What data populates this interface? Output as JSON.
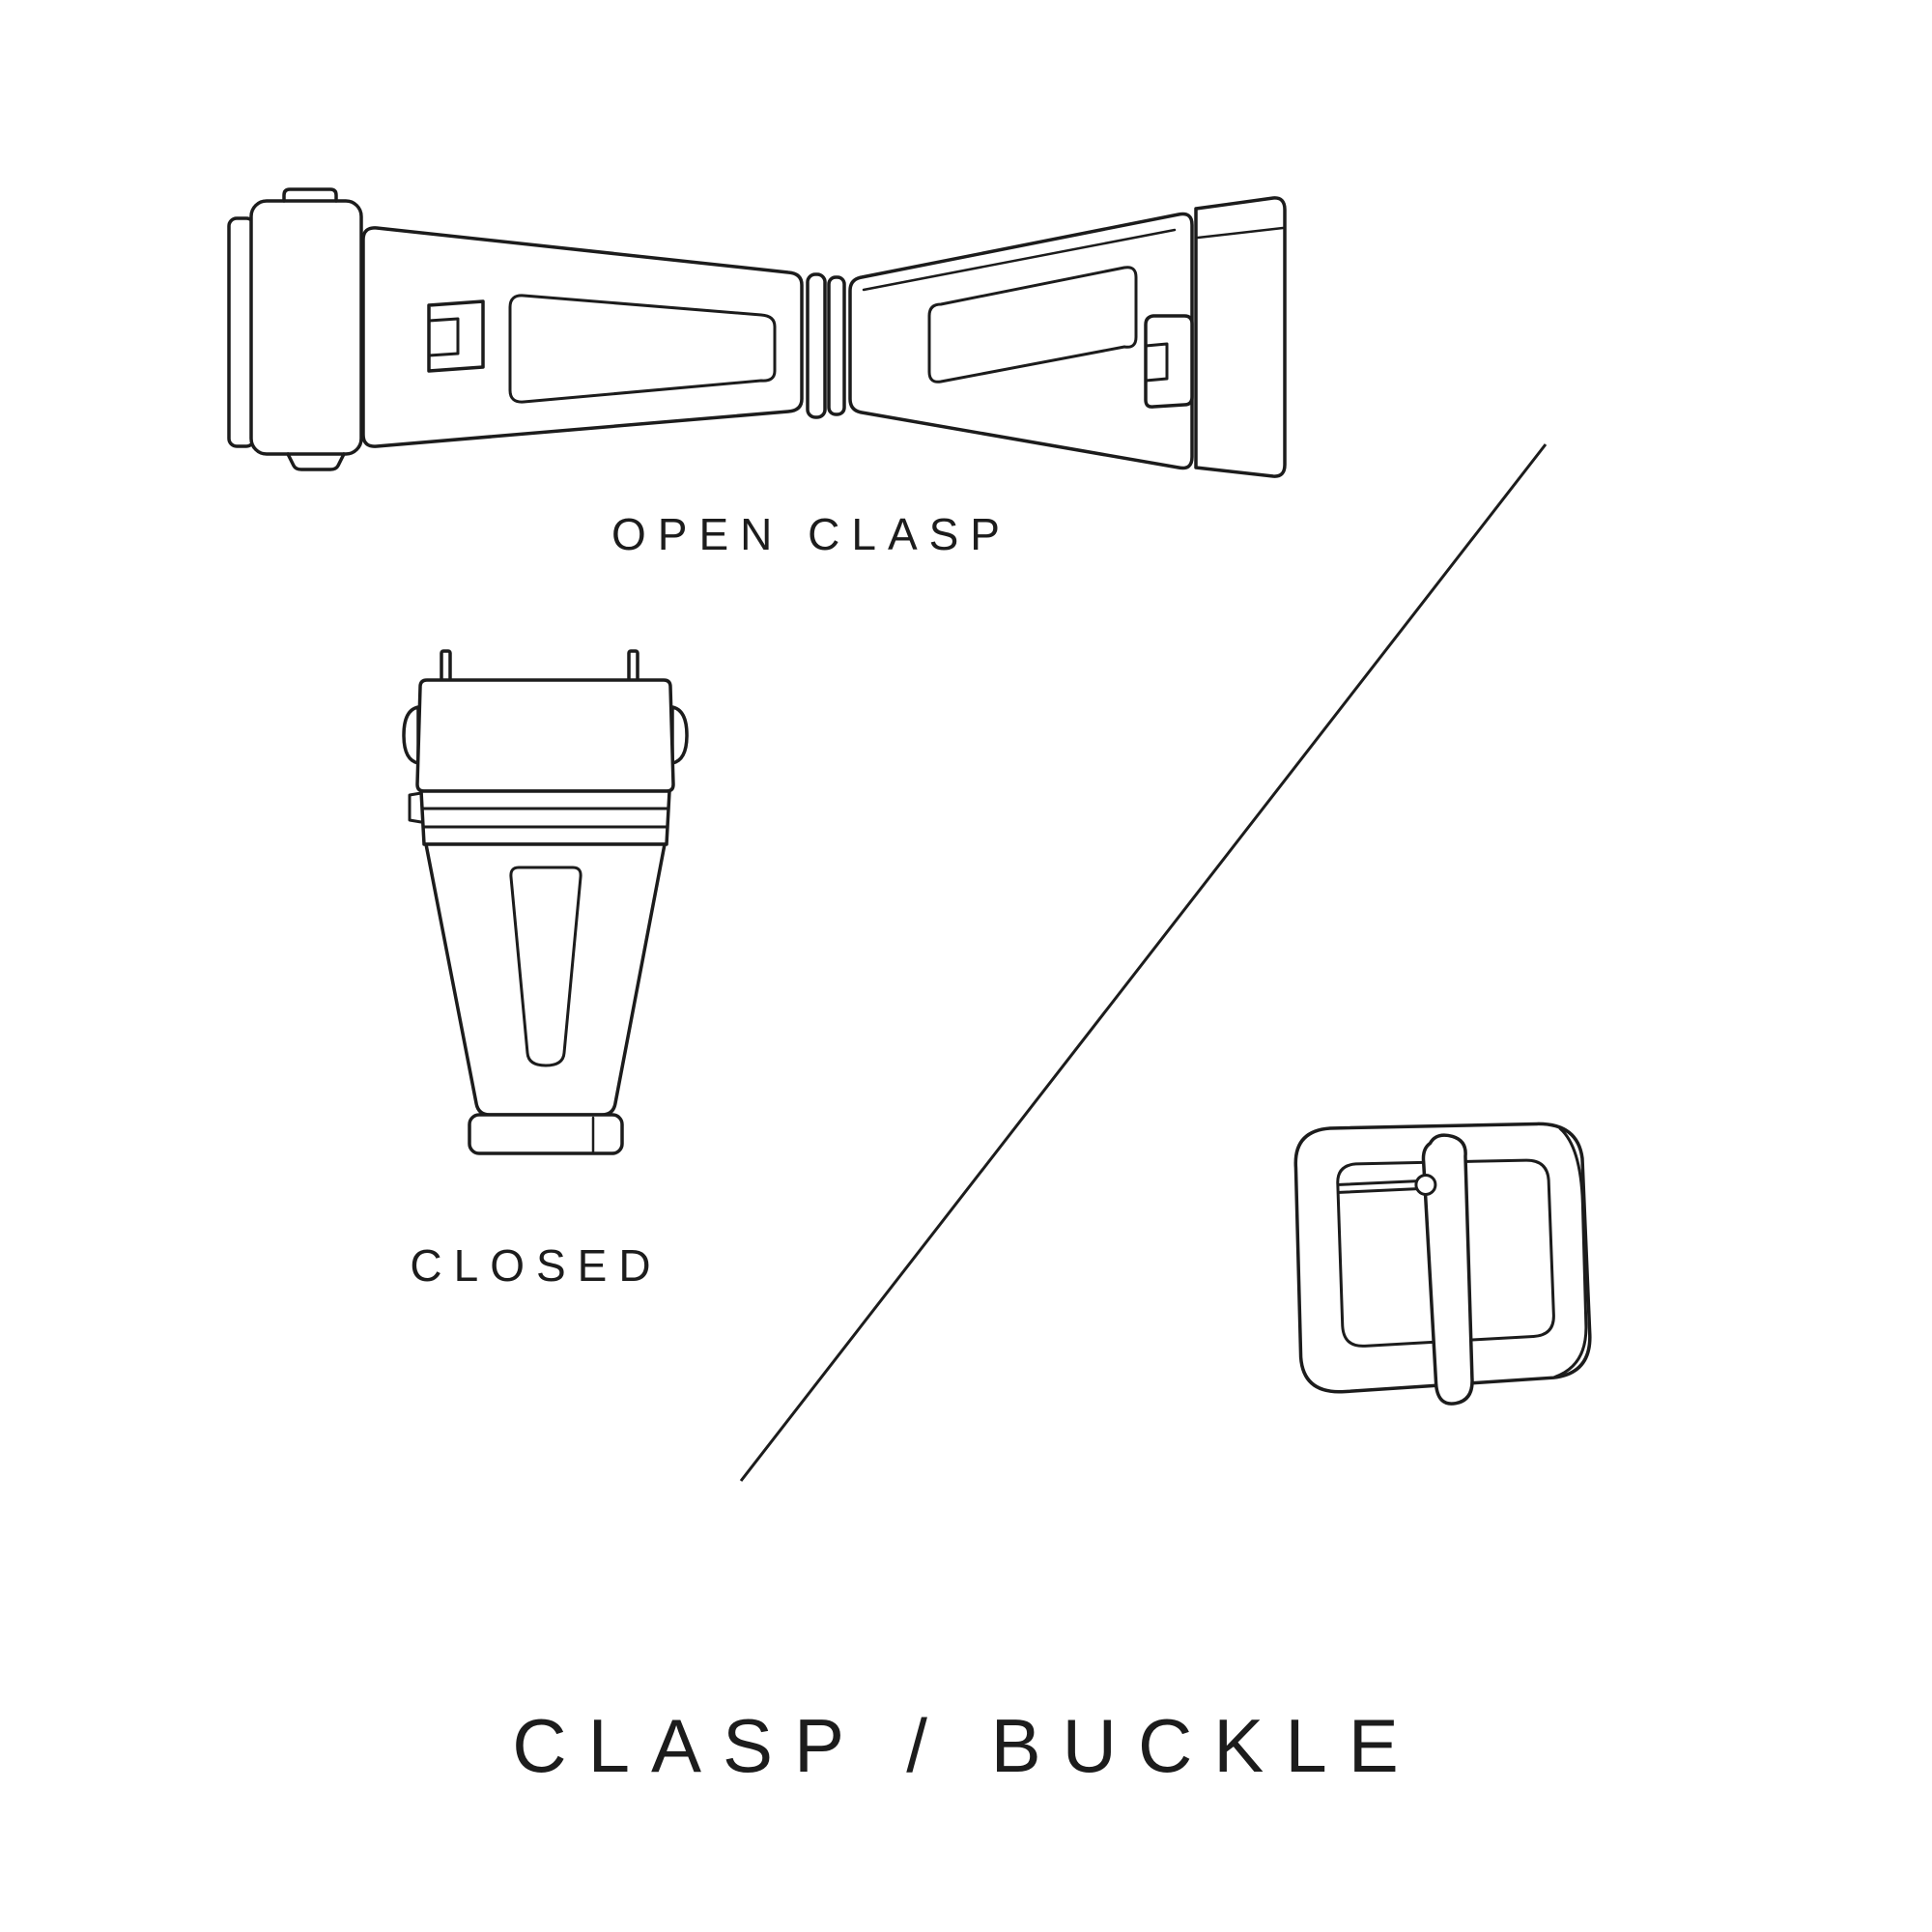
{
  "colors": {
    "background": "#ffffff",
    "ink": "#1c1c1c"
  },
  "labels": {
    "open_clasp": "OPEN CLASP",
    "closed": "CLOSED",
    "title": "CLASP / BUCKLE"
  },
  "icons": {
    "open_clasp": "open-deployant-clasp-illustration",
    "closed_clasp": "closed-deployant-clasp-illustration",
    "tang_buckle": "tang-buckle-illustration",
    "divider": "diagonal-divider-line"
  }
}
